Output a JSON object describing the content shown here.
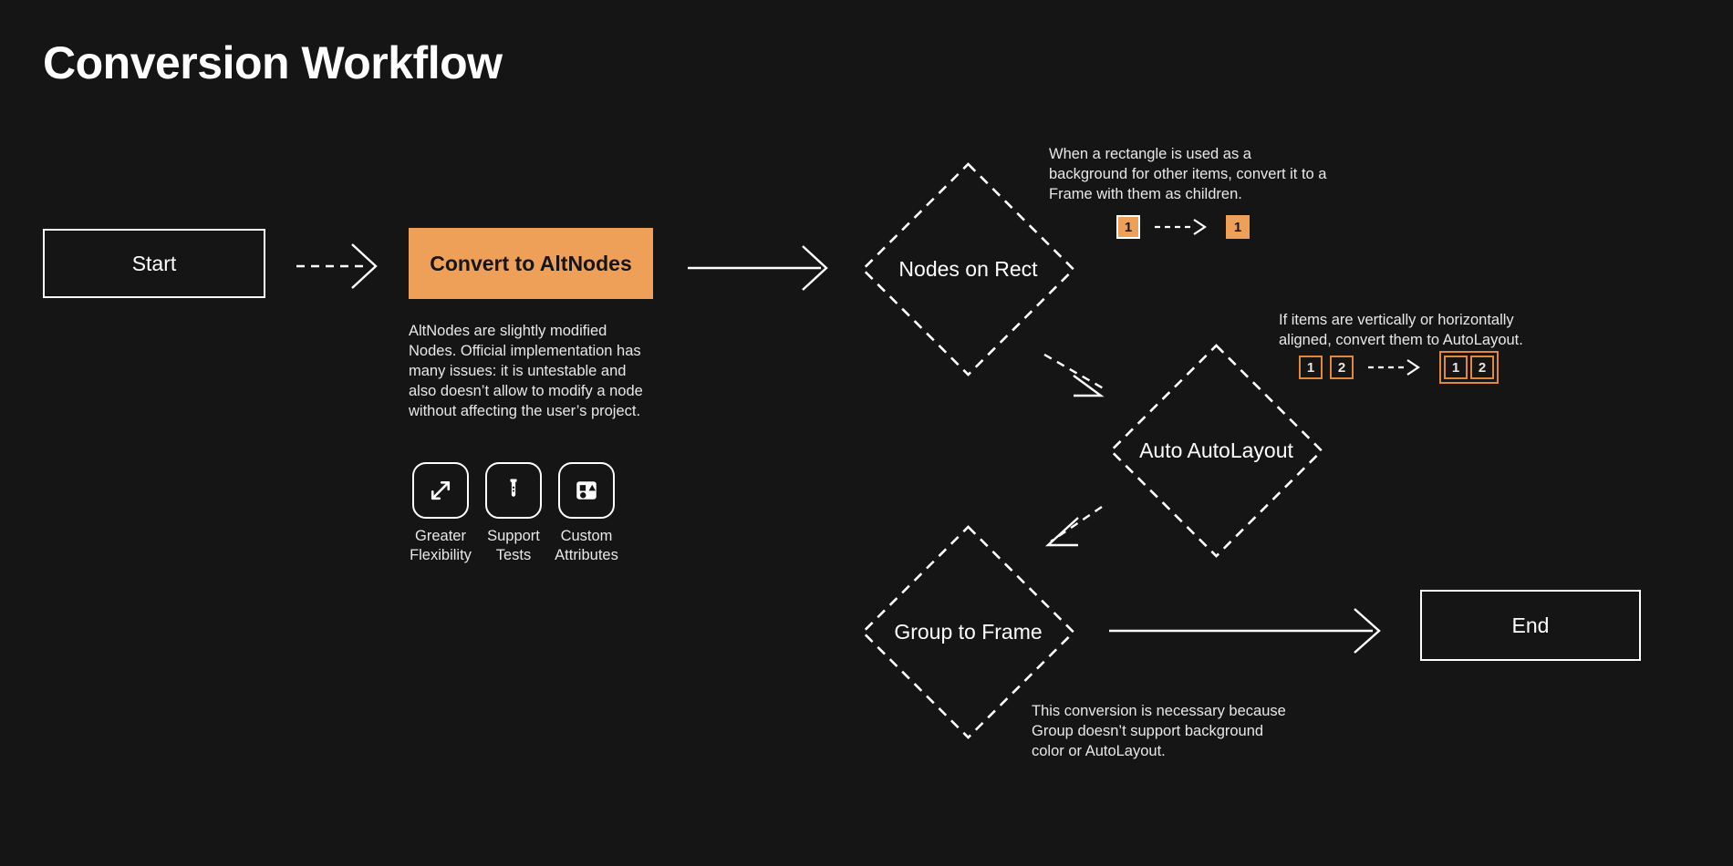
{
  "title": "Conversion Workflow",
  "theme": {
    "background": "#151515",
    "accent": "#efa058",
    "accent_border": "#e2883b",
    "stroke": "#ffffff",
    "text": "#ffffff",
    "muted_text": "#e8e8e8"
  },
  "nodes": {
    "start": {
      "label": "Start",
      "shape": "rectangle"
    },
    "convert": {
      "label": "Convert to AltNodes",
      "shape": "rectangle-filled"
    },
    "nodes_on_rect": {
      "label": "Nodes on Rect",
      "shape": "diamond"
    },
    "auto_autolayout": {
      "label": "Auto AutoLayout",
      "shape": "diamond"
    },
    "group_to_frame": {
      "label": "Group to Frame",
      "shape": "diamond"
    },
    "end": {
      "label": "End",
      "shape": "rectangle"
    }
  },
  "notes": {
    "convert": "AltNodes are slightly modified Nodes. Official implementation has many issues: it is untestable and also doesn’t allow to modify a node without affecting the user’s project.",
    "nodes_on_rect": "When a rectangle is used as a background for other items, convert it to a Frame with them as children.",
    "auto_autolayout": "If items are vertically or horizontally aligned, convert them to AutoLayout.",
    "group_to_frame": "This conversion is necessary because Group doesn’t support background color or AutoLayout."
  },
  "features": [
    {
      "icon": "expand-arrows-icon",
      "label": "Greater Flexibility"
    },
    {
      "icon": "test-tube-icon",
      "label": "Support Tests"
    },
    {
      "icon": "shapes-attributes-icon",
      "label": "Custom Attributes"
    }
  ],
  "badges": {
    "nodes_on_rect": {
      "before": [
        {
          "text": "1",
          "style": "filled-bordered"
        }
      ],
      "after": [
        {
          "text": "1",
          "style": "filled"
        }
      ]
    },
    "auto_autolayout": {
      "before": [
        {
          "text": "1",
          "style": "outlined"
        },
        {
          "text": "2",
          "style": "outlined"
        }
      ],
      "after": [
        {
          "text": "1",
          "style": "outlined"
        },
        {
          "text": "2",
          "style": "outlined"
        }
      ],
      "after_grouped": true
    }
  },
  "edges": [
    {
      "from": "start",
      "to": "convert",
      "style": "dashed",
      "direction": "right"
    },
    {
      "from": "convert",
      "to": "nodes_on_rect",
      "style": "solid",
      "direction": "right"
    },
    {
      "from": "nodes_on_rect",
      "to": "auto_autolayout",
      "style": "dashed",
      "direction": "down-right"
    },
    {
      "from": "auto_autolayout",
      "to": "group_to_frame",
      "style": "dashed",
      "direction": "down-left"
    },
    {
      "from": "group_to_frame",
      "to": "end",
      "style": "solid",
      "direction": "right"
    }
  ]
}
